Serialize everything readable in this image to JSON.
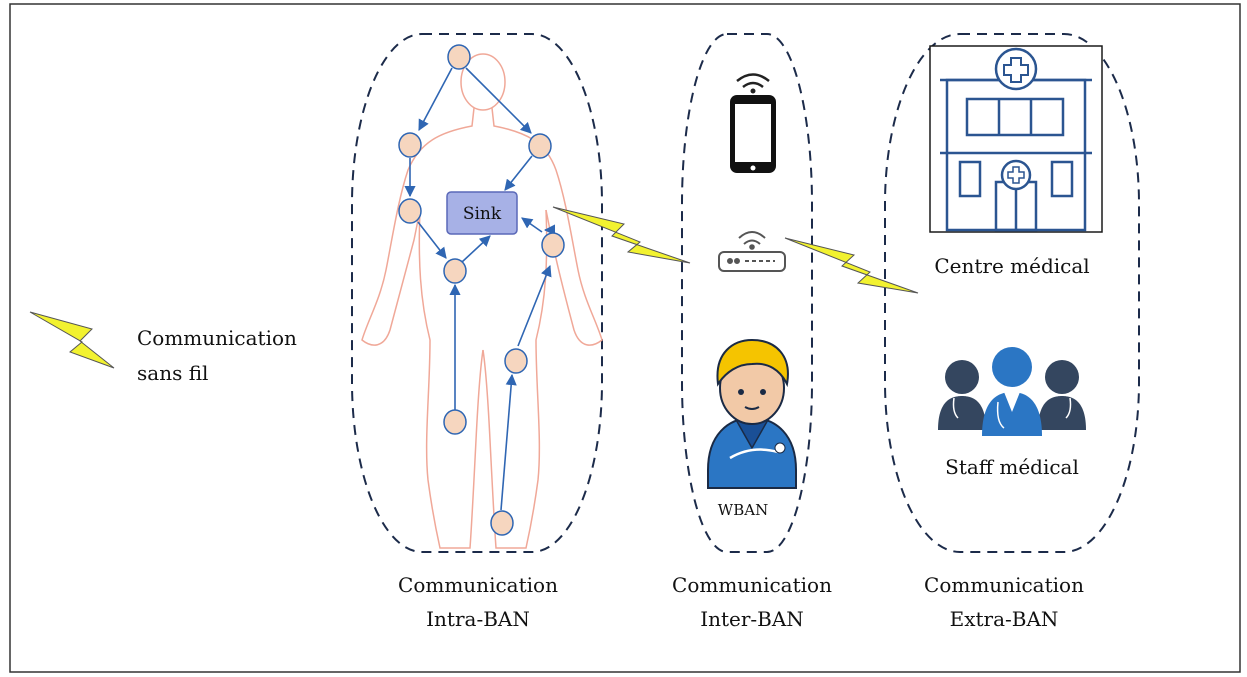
{
  "legend": {
    "line1": "Communication",
    "line2": "sans fil"
  },
  "intra_ban": {
    "sink_label": "Sink",
    "caption_line1": "Communication",
    "caption_line2": "Intra-BAN"
  },
  "inter_ban": {
    "wban_label": "WBAN",
    "caption_line1": "Communication",
    "caption_line2": "Inter-BAN"
  },
  "extra_ban": {
    "centre_label": "Centre médical",
    "staff_label": "Staff médical",
    "caption_line1": "Communication",
    "caption_line2": "Extra-BAN"
  },
  "icons": {
    "phone": "smartphone-icon",
    "router": "wifi-router-icon",
    "patient": "patient-icon",
    "hospital": "hospital-icon",
    "staff": "medical-staff-icon",
    "lightning": "lightning-icon"
  },
  "colors": {
    "frame": "#1c2b4a",
    "arrow": "#2f66b3",
    "node_fill": "#f6d6bf",
    "node_stroke": "#2f66b3",
    "sink_fill": "#a7b1e6",
    "lightning_fill": "#f2f230",
    "body_outline": "#f0a898",
    "hospital_stroke": "#2b5591",
    "staff_dark": "#34465f",
    "staff_blue": "#2b76c4"
  }
}
